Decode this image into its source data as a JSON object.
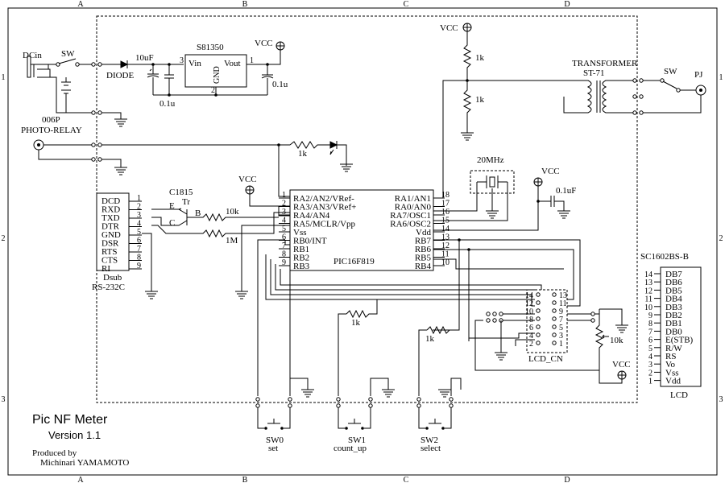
{
  "frame": {
    "columns": [
      "A",
      "B",
      "C",
      "D"
    ],
    "rows": [
      "1",
      "2",
      "3"
    ]
  },
  "labels": {
    "dcin": "DCin",
    "sw_power": "SW",
    "diode": "DIODE",
    "cap_10uf": "10uF",
    "regulator": "S81350",
    "vin": "Vin",
    "vout": "Vout",
    "gnd": "GND",
    "reg_pin3": "3",
    "reg_pin1": "1",
    "reg_pin2": "2",
    "cap_01u_a": "0.1u",
    "cap_01u_b": "0.1u",
    "vcc_reg": "VCC",
    "battery": "006P",
    "photo_relay": "PHOTO-RELAY",
    "res_1k_led": "1k",
    "vcc_top": "VCC",
    "res_1k_a": "1k",
    "res_1k_b": "1k",
    "transformer": "TRANSFORMER",
    "transformer_model": "ST-71",
    "sw_out": "SW",
    "pj": "PJ",
    "crystal": "20MHz",
    "vcc_xtal": "VCC",
    "cap_01uf": "0.1uF",
    "transistor": "C1815",
    "transistor_tr": "Tr",
    "tr_e": "E",
    "tr_b": "B",
    "tr_c": "C",
    "res_10k": "10k",
    "res_1m": "1M",
    "vcc_mclr": "VCC",
    "mcu": "PIC16F819",
    "lcd_cn": "LCD_CN",
    "lcd_model": "SC1602BS-B",
    "lcd": "LCD",
    "pot_10k": "10k",
    "vcc_lcd": "VCC",
    "res_1k_sw1": "1k",
    "res_1k_sw2": "1k",
    "dsub": "Dsub",
    "rs232c": "RS-232C",
    "sw0": "SW0",
    "sw0_name": "set",
    "sw1": "SW1",
    "sw1_name": "count_up",
    "sw2": "SW2",
    "sw2_name": "select",
    "title": "Pic NF Meter",
    "version": "Version 1.1",
    "produced_by": "Produced by",
    "author": "Michinari YAMAMOTO"
  },
  "dsub_pins": [
    {
      "name": "DCD",
      "pin": "1"
    },
    {
      "name": "RXD",
      "pin": "2"
    },
    {
      "name": "TXD",
      "pin": "3"
    },
    {
      "name": "DTR",
      "pin": "4"
    },
    {
      "name": "GND",
      "pin": "5"
    },
    {
      "name": "DSR",
      "pin": "6"
    },
    {
      "name": "RTS",
      "pin": "7"
    },
    {
      "name": "CTS",
      "pin": "8"
    },
    {
      "name": "RI",
      "pin": "9"
    }
  ],
  "pic_left_pins": [
    {
      "pin": "1",
      "name": "RA2/AN2/VRef-"
    },
    {
      "pin": "2",
      "name": "RA3/AN3/VRef+"
    },
    {
      "pin": "3",
      "name": "RA4/AN4"
    },
    {
      "pin": "4",
      "name": "RA5/MCLR/Vpp"
    },
    {
      "pin": "5",
      "name": "Vss"
    },
    {
      "pin": "6",
      "name": "RB0/INT"
    },
    {
      "pin": "7",
      "name": "RB1"
    },
    {
      "pin": "8",
      "name": "RB2"
    },
    {
      "pin": "9",
      "name": "RB3"
    }
  ],
  "pic_right_pins": [
    {
      "pin": "18",
      "name": "RA1/AN1"
    },
    {
      "pin": "17",
      "name": "RA0/AN0"
    },
    {
      "pin": "16",
      "name": "RA7/OSC1"
    },
    {
      "pin": "15",
      "name": "RA6/OSC2"
    },
    {
      "pin": "14",
      "name": "Vdd"
    },
    {
      "pin": "13",
      "name": "RB7"
    },
    {
      "pin": "12",
      "name": "RB6"
    },
    {
      "pin": "11",
      "name": "RB5"
    },
    {
      "pin": "10",
      "name": "RB4"
    }
  ],
  "lcd_pins": [
    {
      "pin": "14",
      "name": "DB7"
    },
    {
      "pin": "13",
      "name": "DB6"
    },
    {
      "pin": "12",
      "name": "DB5"
    },
    {
      "pin": "11",
      "name": "DB4"
    },
    {
      "pin": "10",
      "name": "DB3"
    },
    {
      "pin": "9",
      "name": "DB2"
    },
    {
      "pin": "8",
      "name": "DB1"
    },
    {
      "pin": "7",
      "name": "DB0"
    },
    {
      "pin": "6",
      "name": "E(STB)"
    },
    {
      "pin": "5",
      "name": "R/W"
    },
    {
      "pin": "4",
      "name": "RS"
    },
    {
      "pin": "3",
      "name": "Vo"
    },
    {
      "pin": "2",
      "name": "Vss"
    },
    {
      "pin": "1",
      "name": "Vdd"
    }
  ],
  "lcd_cn_left": [
    "14",
    "12",
    "10",
    "8",
    "6",
    "4",
    "2"
  ],
  "lcd_cn_right": [
    "13",
    "11",
    "9",
    "7",
    "5",
    "3",
    "1"
  ]
}
